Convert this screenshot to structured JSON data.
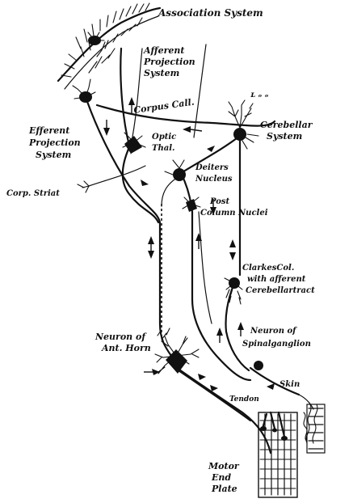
{
  "labels": {
    "association_system": "Association System",
    "afferent_projection_1": "Afferent",
    "afferent_projection_2": "Projection",
    "afferent_projection_3": "System",
    "corpus_call": "Corpus Call.",
    "efferent_projection_1": "Efferent",
    "efferent_projection_2": "Projection",
    "efferent_projection_3": "System",
    "optic_thal_1": "Optic",
    "optic_thal_2": "Thal.",
    "cerebellar_system_1": "Cerebellar",
    "cerebellar_system_2": "System",
    "deiters_nucleus_1": "Deiters",
    "deiters_nucleus_2": "Nucleus",
    "corp_striat": "Corp. Striat",
    "post_column_nuclei_1": "Post",
    "post_column_nuclei_2": "Column Nuclei",
    "clarkes_col_1": "ClarkesCol.",
    "clarkes_col_2": "with afferent",
    "clarkes_col_3": "Cerebellartract",
    "neuron_spinal_1": "Neuron of",
    "neuron_spinal_2": "Spinalganglion",
    "neuron_ant_horn_1": "Neuron of",
    "neuron_ant_horn_2": "Ant. Horn",
    "skin": "Skin",
    "tendon": "Tendon",
    "motor_end_plate_1": "Motor",
    "motor_end_plate_2": "End",
    "motor_end_plate_3": "Plate"
  },
  "colors": {
    "ink": "#111111",
    "paper": "#ffffff"
  }
}
